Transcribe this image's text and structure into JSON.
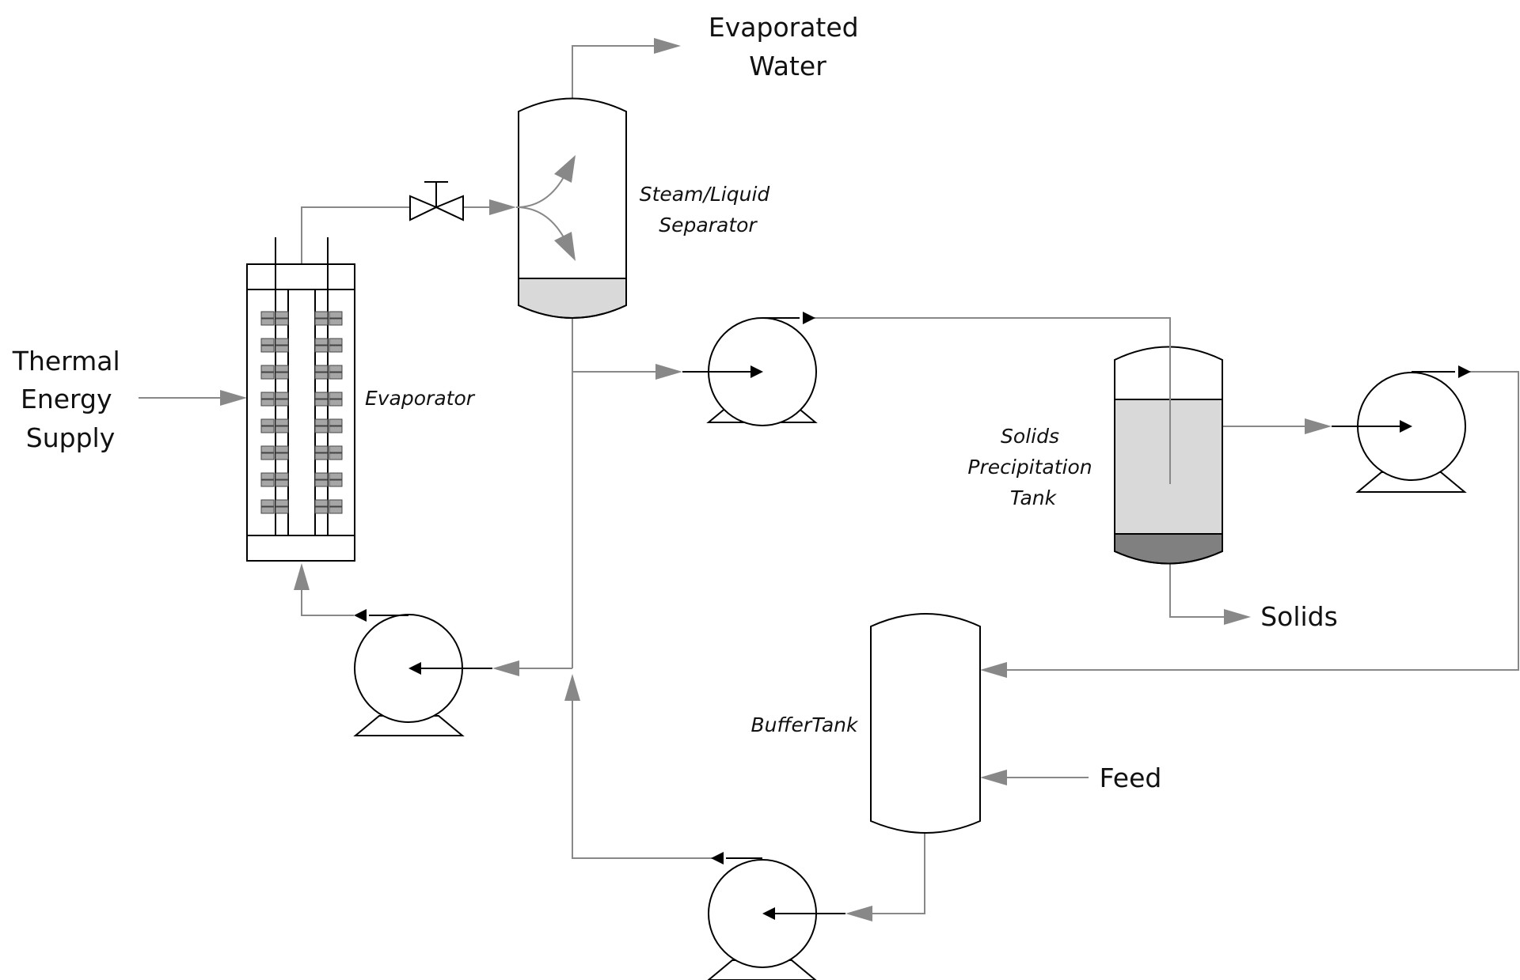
{
  "colors": {
    "pipe": "#888888",
    "outline": "#000000",
    "liquid": "#d9d9d9",
    "solids": "#808080",
    "tube_cell": "#a6a6a6"
  },
  "labels": {
    "evaporated_water": [
      "Evaporated",
      "Water"
    ],
    "steam_liquid_separator": [
      "Steam/Liquid",
      "Separator"
    ],
    "thermal_energy_supply": [
      "Thermal",
      "Energy",
      "Supply"
    ],
    "evaporator": "Evaporator",
    "solids_precipitation_tank": [
      "Solids",
      "Precipitation",
      "Tank"
    ],
    "solids": "Solids",
    "buffer_tank": "BufferTank",
    "feed": "Feed"
  },
  "components": [
    {
      "type": "heat-exchanger",
      "name": "Evaporator"
    },
    {
      "type": "vessel",
      "name": "Steam/Liquid Separator"
    },
    {
      "type": "vessel",
      "name": "Solids Precipitation Tank"
    },
    {
      "type": "vessel",
      "name": "BufferTank"
    },
    {
      "type": "valve",
      "name": "separator inlet valve"
    },
    {
      "type": "pump",
      "name": "separator outlet pump"
    },
    {
      "type": "pump",
      "name": "precipitation tank outlet pump"
    },
    {
      "type": "pump",
      "name": "evaporator feed pump"
    },
    {
      "type": "pump",
      "name": "buffer tank outlet pump"
    }
  ]
}
